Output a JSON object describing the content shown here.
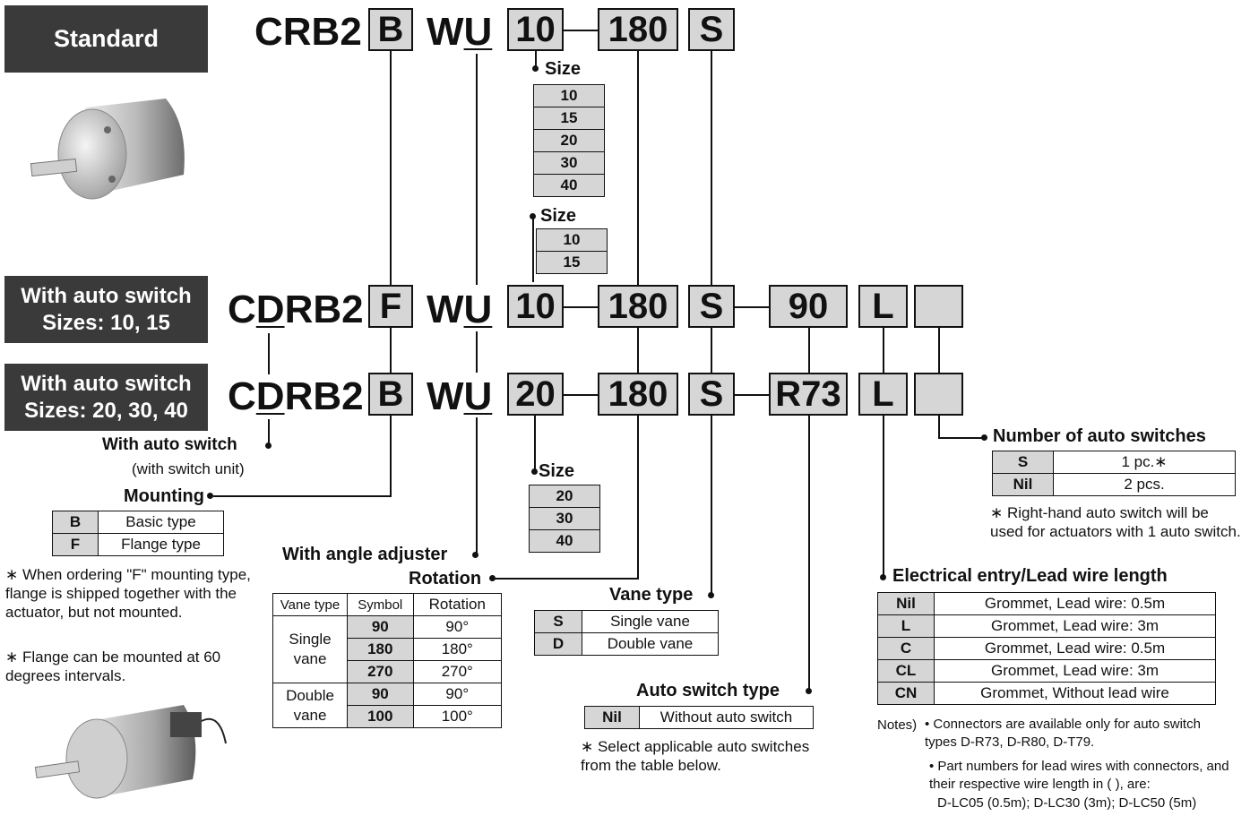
{
  "labels": {
    "standard": "Standard",
    "auto1_line1": "With auto switch",
    "auto1_line2": "Sizes: 10, 15",
    "auto2_line1": "With auto switch",
    "auto2_line2": "Sizes: 20, 30, 40"
  },
  "codes": {
    "row1": {
      "prefix": "CRB2",
      "mount": "B",
      "wu_w": "W",
      "wu_u": "U",
      "size": "10",
      "rot": "180",
      "vane": "S"
    },
    "row2": {
      "prefix_c": "C",
      "prefix_d": "D",
      "prefix_rest": "RB2",
      "mount": "F",
      "wu_w": "W",
      "wu_u": "U",
      "size": "10",
      "rot": "180",
      "vane": "S",
      "sw": "90",
      "lead": "L"
    },
    "row3": {
      "prefix_c": "C",
      "prefix_d": "D",
      "prefix_rest": "RB2",
      "mount": "B",
      "wu_w": "W",
      "wu_u": "U",
      "size": "20",
      "rot": "180",
      "vane": "S",
      "sw": "R73",
      "lead": "L"
    }
  },
  "size1": {
    "title": "Size",
    "values": [
      "10",
      "15",
      "20",
      "30",
      "40"
    ]
  },
  "size2": {
    "title": "Size",
    "values": [
      "10",
      "15"
    ]
  },
  "size3": {
    "title": "Size",
    "values": [
      "20",
      "30",
      "40"
    ]
  },
  "with_auto_switch": {
    "title": "With auto switch",
    "sub": "(with switch unit)"
  },
  "mounting": {
    "title": "Mounting",
    "rows": [
      {
        "key": "B",
        "value": "Basic type"
      },
      {
        "key": "F",
        "value": "Flange type"
      }
    ],
    "note1": "∗ When ordering \"F\" mounting type, flange is shipped together with the actuator, but not mounted.",
    "note2": "∗ Flange can be mounted at 60 degrees intervals."
  },
  "angle_adjuster": {
    "title": "With angle adjuster"
  },
  "rotation": {
    "title": "Rotation",
    "headers": [
      "Vane type",
      "Symbol",
      "Rotation"
    ],
    "single_label": "Single vane",
    "double_label": "Double vane",
    "single": [
      {
        "symbol": "90",
        "value": "90°"
      },
      {
        "symbol": "180",
        "value": "180°"
      },
      {
        "symbol": "270",
        "value": "270°"
      }
    ],
    "double": [
      {
        "symbol": "90",
        "value": "90°"
      },
      {
        "symbol": "100",
        "value": "100°"
      }
    ]
  },
  "vane_type": {
    "title": "Vane type",
    "rows": [
      {
        "key": "S",
        "value": "Single vane"
      },
      {
        "key": "D",
        "value": "Double vane"
      }
    ]
  },
  "auto_switch_type": {
    "title": "Auto switch type",
    "rows": [
      {
        "key": "Nil",
        "value": "Without auto switch"
      }
    ],
    "note": "∗ Select applicable auto switches from the table below."
  },
  "number_switches": {
    "title": "Number of auto switches",
    "rows": [
      {
        "key": "S",
        "value": "1 pc.∗"
      },
      {
        "key": "Nil",
        "value": "2 pcs."
      }
    ],
    "note": "∗ Right-hand auto switch will be used for actuators with 1 auto switch."
  },
  "electrical": {
    "title": "Electrical entry/Lead wire length",
    "rows": [
      {
        "key": "Nil",
        "value": "Grommet, Lead wire: 0.5m"
      },
      {
        "key": "L",
        "value": "Grommet, Lead wire: 3m"
      },
      {
        "key": "C",
        "value": "Grommet, Lead wire: 0.5m"
      },
      {
        "key": "CL",
        "value": "Grommet, Lead wire: 3m"
      },
      {
        "key": "CN",
        "value": "Grommet, Without lead wire"
      }
    ],
    "notes_label": "Notes)",
    "note1": "• Connectors are available only for auto switch types D-R73, D-R80, D-T79.",
    "note2": "• Part numbers for lead wires with connectors, and their respective wire length in ( ), are:",
    "note3": "D-LC05 (0.5m); D-LC30 (3m); D-LC50 (5m)"
  }
}
